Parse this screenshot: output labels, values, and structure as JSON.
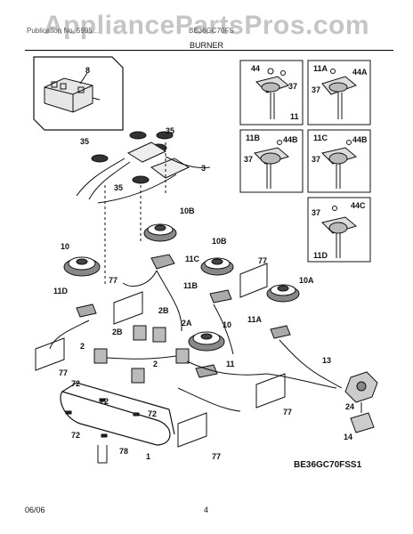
{
  "watermark": "AppliancePartsPros.com",
  "header": {
    "left": "Publication No. 5995...",
    "right": "BE36GC70FS"
  },
  "section_title": "BURNER",
  "model_code": "BE36GC70FSS1",
  "footer": {
    "date": "06/06",
    "page": "4"
  },
  "callouts": {
    "c8": "8",
    "c35a": "35",
    "c35b": "35",
    "c35c": "35",
    "c3": "3",
    "c10B_a": "10B",
    "c10B_b": "10B",
    "c10": "10",
    "c10A": "10A",
    "c10_b": "10",
    "c11C": "11C",
    "c11B": "11B",
    "c11D": "11D",
    "c11A": "11A",
    "c11": "11",
    "c77a": "77",
    "c77b": "77",
    "c77c": "77",
    "c77d": "77",
    "c77e": "77",
    "c2B_a": "2B",
    "c2B_b": "2B",
    "c2A": "2A",
    "c2_a": "2",
    "c2_b": "2",
    "c72a": "72",
    "c72b": "72",
    "c72c": "72",
    "c72d": "72",
    "c78": "78",
    "c1": "1",
    "c13": "13",
    "c24": "24",
    "c14": "14",
    "d1_44": "44",
    "d1_37": "37",
    "d1_11": "11",
    "d2_11A": "11A",
    "d2_44A": "44A",
    "d2_37": "37",
    "d3_11B": "11B",
    "d3_44B": "44B",
    "d3_37": "37",
    "d4_11C": "11C",
    "d4_44B": "44B",
    "d4_37": "37",
    "d5_37": "37",
    "d5_44C": "44C",
    "d5_11D": "11D"
  }
}
